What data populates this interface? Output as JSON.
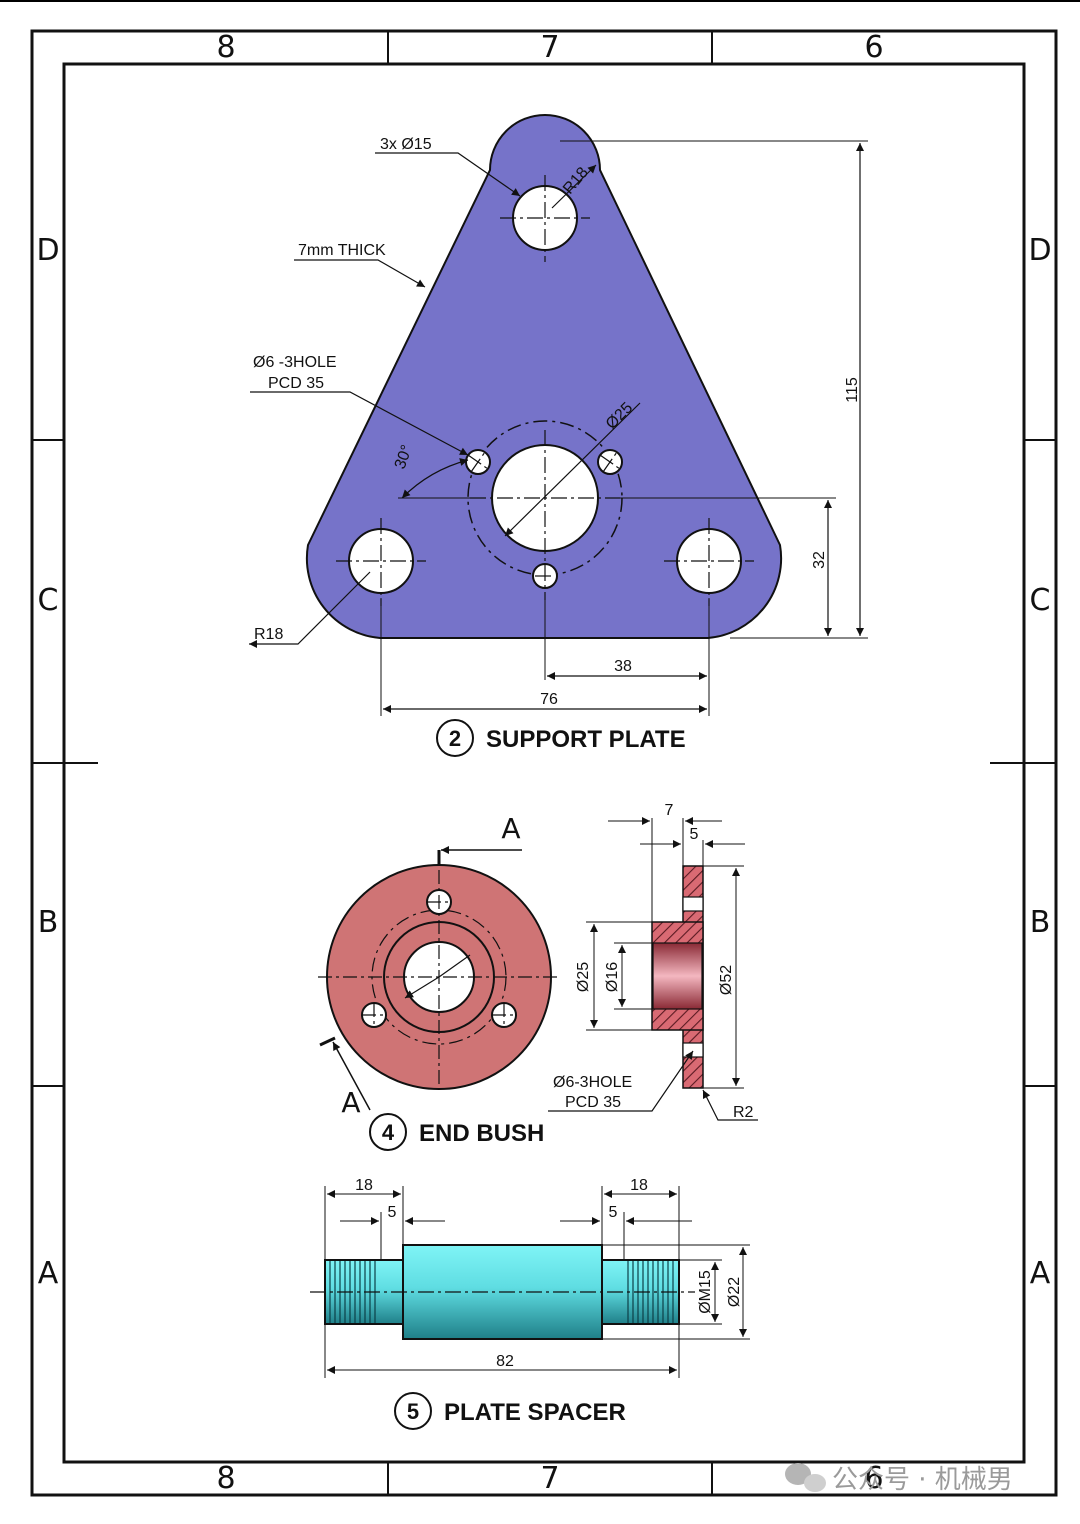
{
  "frame": {
    "col_labels": [
      "8",
      "7",
      "6"
    ],
    "row_labels": [
      "D",
      "C",
      "B",
      "A"
    ]
  },
  "support_plate": {
    "item_number": "2",
    "title": "SUPPORT PLATE",
    "color": "#7673c9",
    "notes": {
      "holes_3x": "3x Ø15",
      "thickness": "7mm THICK",
      "small_holes_line1": "Ø6 -3HOLE",
      "small_holes_line2": "PCD 35",
      "corner_radius_top": "R18",
      "corner_radius_bottom": "R18",
      "center_bore": "Ø25",
      "angle": "30°"
    },
    "dimensions": {
      "height": "115",
      "center_height": "32",
      "half_pitch": "38",
      "pitch": "76"
    }
  },
  "end_bush": {
    "item_number": "4",
    "title": "END BUSH",
    "color": "#cf7475",
    "section_label_top": "A",
    "section_label_bottom": "A",
    "notes": {
      "holes_line1": "Ø6-3HOLE",
      "holes_line2": "PCD 35",
      "radius": "R2"
    },
    "dimensions": {
      "overall_length": "7",
      "flange": "5",
      "outer_dia": "Ø25",
      "bore": "Ø16",
      "flange_dia": "Ø52"
    }
  },
  "plate_spacer": {
    "item_number": "5",
    "title": "PLATE SPACER",
    "color": "#6fe0e6",
    "dimensions": {
      "left_thread": "18",
      "left_undercut": "5",
      "right_thread": "18",
      "right_undercut": "5",
      "thread_dia": "ØM15",
      "body_dia": "Ø22",
      "overall_length": "82"
    }
  },
  "watermark": "公众号 · 机械男"
}
